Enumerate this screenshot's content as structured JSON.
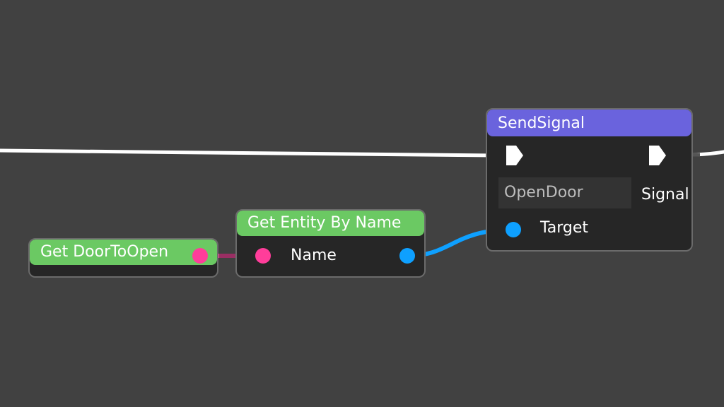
{
  "canvas": {
    "background": "#414141"
  },
  "nodes": {
    "get_door_to_open": {
      "title": "Get DoorToOpen",
      "header_color": "#6bc963",
      "output_pin_type": "string"
    },
    "get_entity_by_name": {
      "title": "Get Entity By Name",
      "header_color": "#6bc963",
      "input_label": "Name",
      "output_pin_type": "entity"
    },
    "send_signal": {
      "title": "SendSignal",
      "header_color": "#6a63dd",
      "signal_value": "OpenDoor",
      "signal_label": "Signal",
      "target_label": "Target"
    }
  },
  "colors": {
    "string_pin": "#ff3d9a",
    "entity_pin": "#0ea0ff",
    "exec_wire": "#ffffff"
  }
}
